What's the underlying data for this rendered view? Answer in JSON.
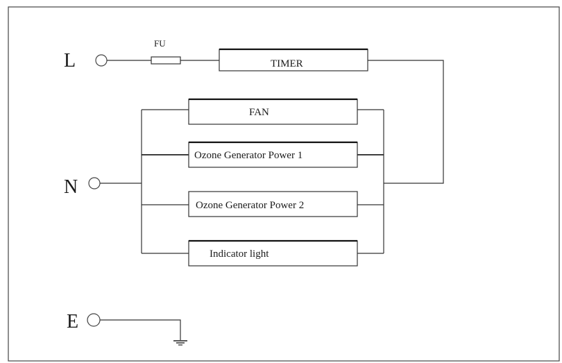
{
  "terminals": {
    "live": "L",
    "neutral": "N",
    "earth": "E"
  },
  "components": {
    "fuse": "FU",
    "timer": "TIMER",
    "fan": "FAN",
    "ozone1": "Ozone Generator Power 1",
    "ozone2": "Ozone Generator Power 2",
    "indicator": "Indicator light"
  }
}
